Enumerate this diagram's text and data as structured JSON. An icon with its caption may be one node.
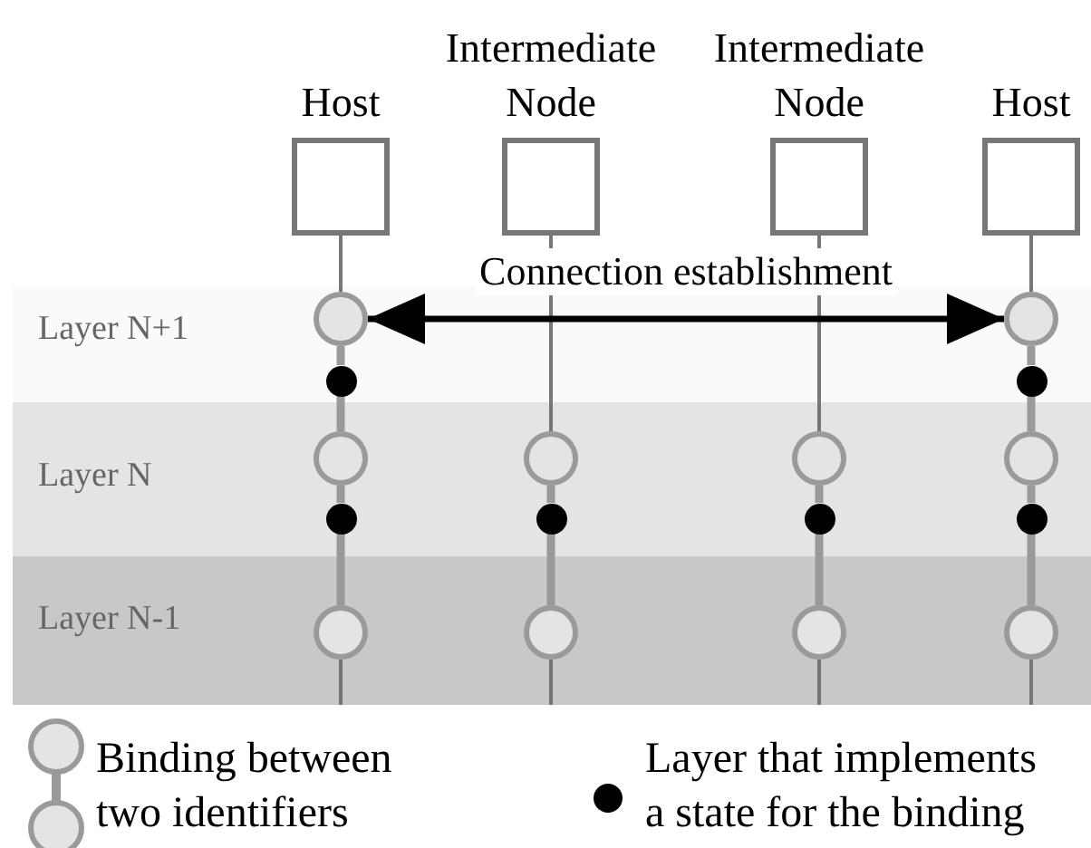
{
  "diagram": {
    "nodes": [
      {
        "text": [
          "Host"
        ]
      },
      {
        "text": [
          "Intermediate Node"
        ]
      },
      {
        "text": [
          "Intermediate Node"
        ]
      },
      {
        "text": [
          "Host"
        ]
      },
      {
        "text": [
          "Layer N+1"
        ]
      },
      {
        "text": [
          "Layer N"
        ]
      },
      {
        "text": [
          "Layer N-1"
        ]
      },
      {
        "text": [],
        "shape": "circle",
        "in": 4
      },
      {
        "text": [],
        "shape": "dot",
        "in": 4
      },
      {
        "text": [],
        "shape": "circle",
        "in": 4
      },
      {
        "text": [],
        "shape": "dot",
        "in": 4
      },
      {
        "text": [],
        "shape": "circle",
        "in": 5
      },
      {
        "text": [],
        "shape": "circle",
        "in": 5
      },
      {
        "text": [],
        "shape": "circle",
        "in": 5
      },
      {
        "text": [],
        "shape": "circle",
        "in": 5
      },
      {
        "text": [],
        "shape": "dot",
        "in": 5
      },
      {
        "text": [],
        "shape": "dot",
        "in": 5
      },
      {
        "text": [],
        "shape": "dot",
        "in": 5
      },
      {
        "text": [],
        "shape": "dot",
        "in": 5
      },
      {
        "text": [],
        "shape": "circle",
        "in": 6
      },
      {
        "text": [],
        "shape": "circle",
        "in": 6
      },
      {
        "text": [],
        "shape": "circle",
        "in": 6
      },
      {
        "text": [],
        "shape": "circle",
        "in": 6
      }
    ],
    "edges": [
      {
        "from": 0,
        "to": 7,
        "arrow": "none",
        "color": "#777777"
      },
      {
        "from": 1,
        "to": 12,
        "arrow": "none",
        "color": "#777777"
      },
      {
        "from": 2,
        "to": 13,
        "arrow": "none",
        "color": "#777777"
      },
      {
        "from": 3,
        "to": 9,
        "arrow": "none",
        "color": "#777777"
      },
      {
        "from": 7,
        "to": 9,
        "arrow": "both",
        "label": "Connection establishment",
        "color": "#000000"
      },
      {
        "from": 7,
        "to": 8,
        "arrow": "none"
      },
      {
        "from": 8,
        "to": 11,
        "arrow": "none"
      },
      {
        "from": 11,
        "to": 15,
        "arrow": "none"
      },
      {
        "from": 15,
        "to": 19,
        "arrow": "none"
      },
      {
        "from": 19,
        "to": null,
        "arrow": "none",
        "color": "#777777"
      },
      {
        "from": 12,
        "to": 16,
        "arrow": "none"
      },
      {
        "from": 16,
        "to": 20,
        "arrow": "none"
      },
      {
        "from": 20,
        "to": null,
        "arrow": "none",
        "color": "#777777"
      },
      {
        "from": 13,
        "to": 17,
        "arrow": "none"
      },
      {
        "from": 17,
        "to": 21,
        "arrow": "none"
      },
      {
        "from": 21,
        "to": null,
        "arrow": "none",
        "color": "#777777"
      },
      {
        "from": 9,
        "to": 10,
        "arrow": "none"
      },
      {
        "from": 10,
        "to": 14,
        "arrow": "none"
      },
      {
        "from": 14,
        "to": 18,
        "arrow": "none"
      },
      {
        "from": 18,
        "to": 22,
        "arrow": "none"
      },
      {
        "from": 22,
        "to": null,
        "arrow": "none",
        "color": "#777777"
      }
    ],
    "legend": [
      {
        "text": "Binding between two identifiers"
      },
      {
        "text": "Layer that implements a state for the binding"
      }
    ]
  }
}
